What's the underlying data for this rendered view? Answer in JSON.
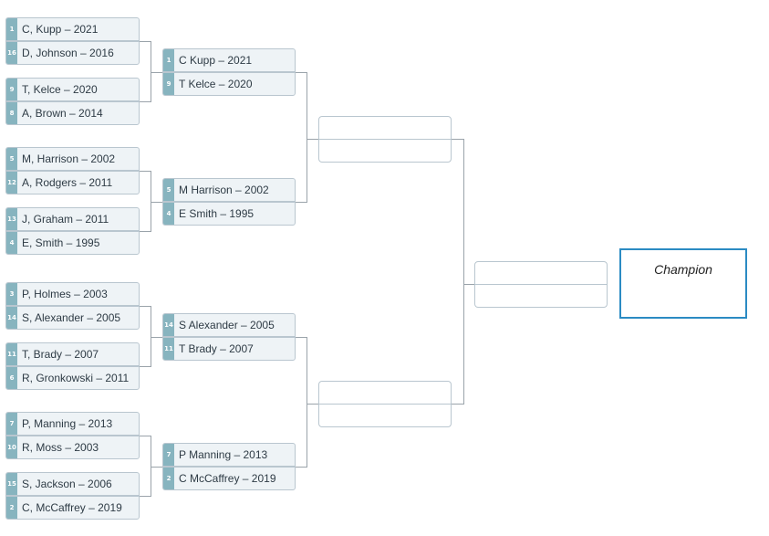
{
  "bracket": {
    "round1": [
      {
        "seed": "1",
        "name": "C, Kupp – 2021"
      },
      {
        "seed": "16",
        "name": "D, Johnson – 2016"
      },
      {
        "seed": "9",
        "name": "T, Kelce – 2020"
      },
      {
        "seed": "8",
        "name": "A, Brown – 2014"
      },
      {
        "seed": "5",
        "name": "M, Harrison – 2002"
      },
      {
        "seed": "12",
        "name": "A, Rodgers – 2011"
      },
      {
        "seed": "13",
        "name": "J, Graham – 2011"
      },
      {
        "seed": "4",
        "name": "E, Smith – 1995"
      },
      {
        "seed": "3",
        "name": "P, Holmes – 2003"
      },
      {
        "seed": "14",
        "name": "S, Alexander – 2005"
      },
      {
        "seed": "11",
        "name": "T, Brady – 2007"
      },
      {
        "seed": "6",
        "name": "R, Gronkowski – 2011"
      },
      {
        "seed": "7",
        "name": "P, Manning – 2013"
      },
      {
        "seed": "10",
        "name": "R, Moss – 2003"
      },
      {
        "seed": "15",
        "name": "S, Jackson – 2006"
      },
      {
        "seed": "2",
        "name": "C, McCaffrey – 2019"
      }
    ],
    "round2": [
      {
        "seed": "1",
        "name": "C  Kupp – 2021"
      },
      {
        "seed": "9",
        "name": "T  Kelce – 2020"
      },
      {
        "seed": "5",
        "name": "M  Harrison – 2002"
      },
      {
        "seed": "4",
        "name": "E  Smith – 1995"
      },
      {
        "seed": "14",
        "name": "S  Alexander – 2005"
      },
      {
        "seed": "11",
        "name": "T  Brady – 2007"
      },
      {
        "seed": "7",
        "name": "P  Manning – 2013"
      },
      {
        "seed": "2",
        "name": "C  McCaffrey – 2019"
      }
    ],
    "champion_label": "Champion"
  }
}
